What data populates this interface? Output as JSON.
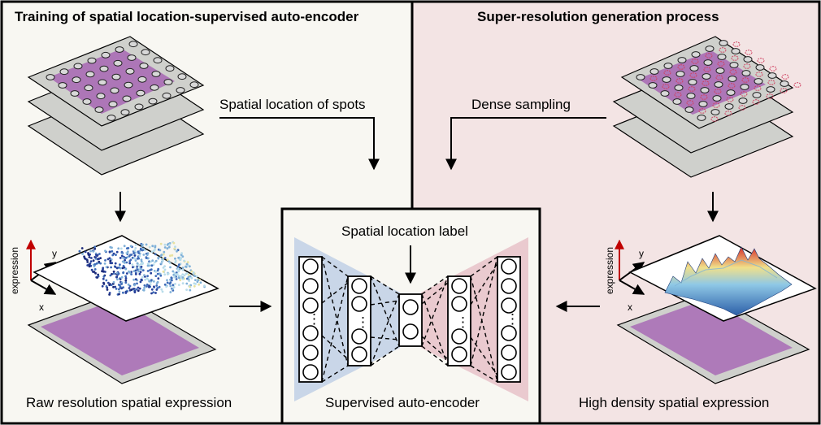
{
  "left_panel": {
    "title": "Training of spatial location-supervised auto-encoder",
    "arrow_label": "Spatial location of spots",
    "caption": "Raw resolution spatial expression",
    "axes": {
      "vertical": "expression",
      "y": "y",
      "x": "x"
    }
  },
  "right_panel": {
    "title": "Super-resolution generation process",
    "arrow_label": "Dense sampling",
    "caption": "High density spatial expression",
    "axes": {
      "vertical": "expression",
      "y": "y",
      "x": "x"
    }
  },
  "center_panel": {
    "label_top": "Spatial location label",
    "caption": "Supervised auto-encoder",
    "dots": "⋮"
  },
  "colors": {
    "left_bg": "#f8f7f2",
    "right_bg": "#f3e4e4",
    "encoder_fill": "#c9d6e8",
    "decoder_fill": "#eacacf",
    "tissue": "#a86bb5",
    "slide": "#cfd0cc"
  }
}
